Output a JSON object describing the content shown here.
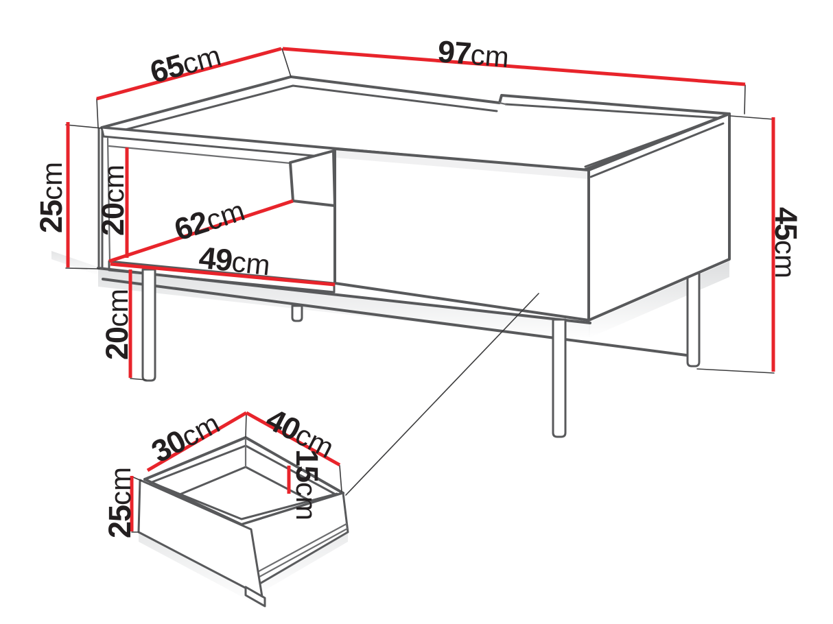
{
  "title": "Coffee table with drawer - dimension diagram",
  "unit_system": "centimeters",
  "colors": {
    "dimension_red": "#e8242b",
    "outline_gray": "#58595b",
    "label_black": "#231f20",
    "background": "#ffffff"
  },
  "dimensions": {
    "table": {
      "depth": {
        "value": "65",
        "unit": "cm"
      },
      "width": {
        "value": "97",
        "unit": "cm"
      },
      "body_height": {
        "value": "25",
        "unit": "cm"
      },
      "shelf_opening_height": {
        "value": "20",
        "unit": "cm"
      },
      "shelf_depth": {
        "value": "62",
        "unit": "cm"
      },
      "shelf_width": {
        "value": "49",
        "unit": "cm"
      },
      "leg_height": {
        "value": "20",
        "unit": "cm"
      },
      "total_height": {
        "value": "45",
        "unit": "cm"
      }
    },
    "drawer": {
      "depth": {
        "value": "30",
        "unit": "cm"
      },
      "width": {
        "value": "40",
        "unit": "cm"
      },
      "inner_height": {
        "value": "15",
        "unit": "cm"
      },
      "front_height": {
        "value": "25",
        "unit": "cm"
      }
    }
  }
}
